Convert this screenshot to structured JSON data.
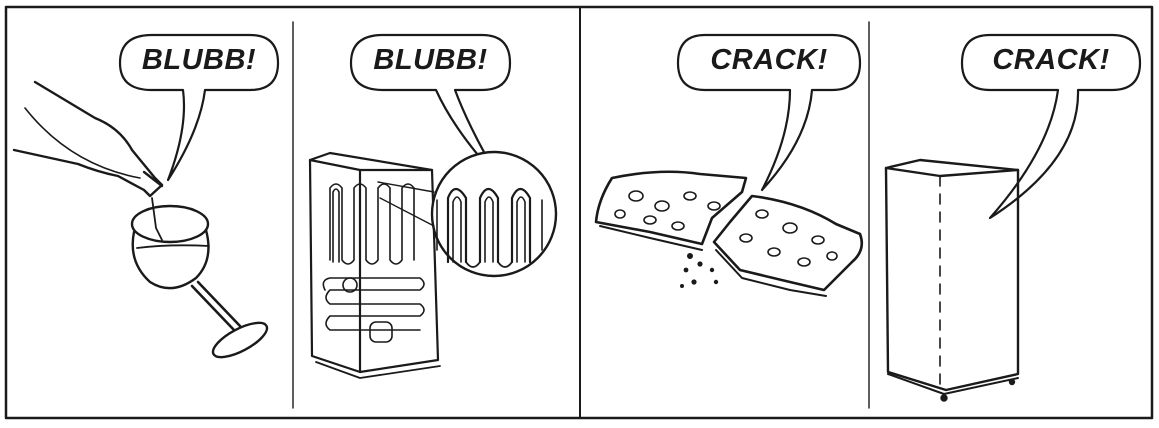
{
  "panels": [
    {
      "id": "wine",
      "sound": "BLUBB!",
      "depicts": "wine-glass"
    },
    {
      "id": "fridge-back",
      "sound": "BLUBB!",
      "depicts": "refrigerator-coils"
    },
    {
      "id": "bread",
      "sound": "CRACK!",
      "depicts": "breaking-bread"
    },
    {
      "id": "cabinet",
      "sound": "CRACK!",
      "depicts": "refrigerator-cabinet"
    }
  ]
}
